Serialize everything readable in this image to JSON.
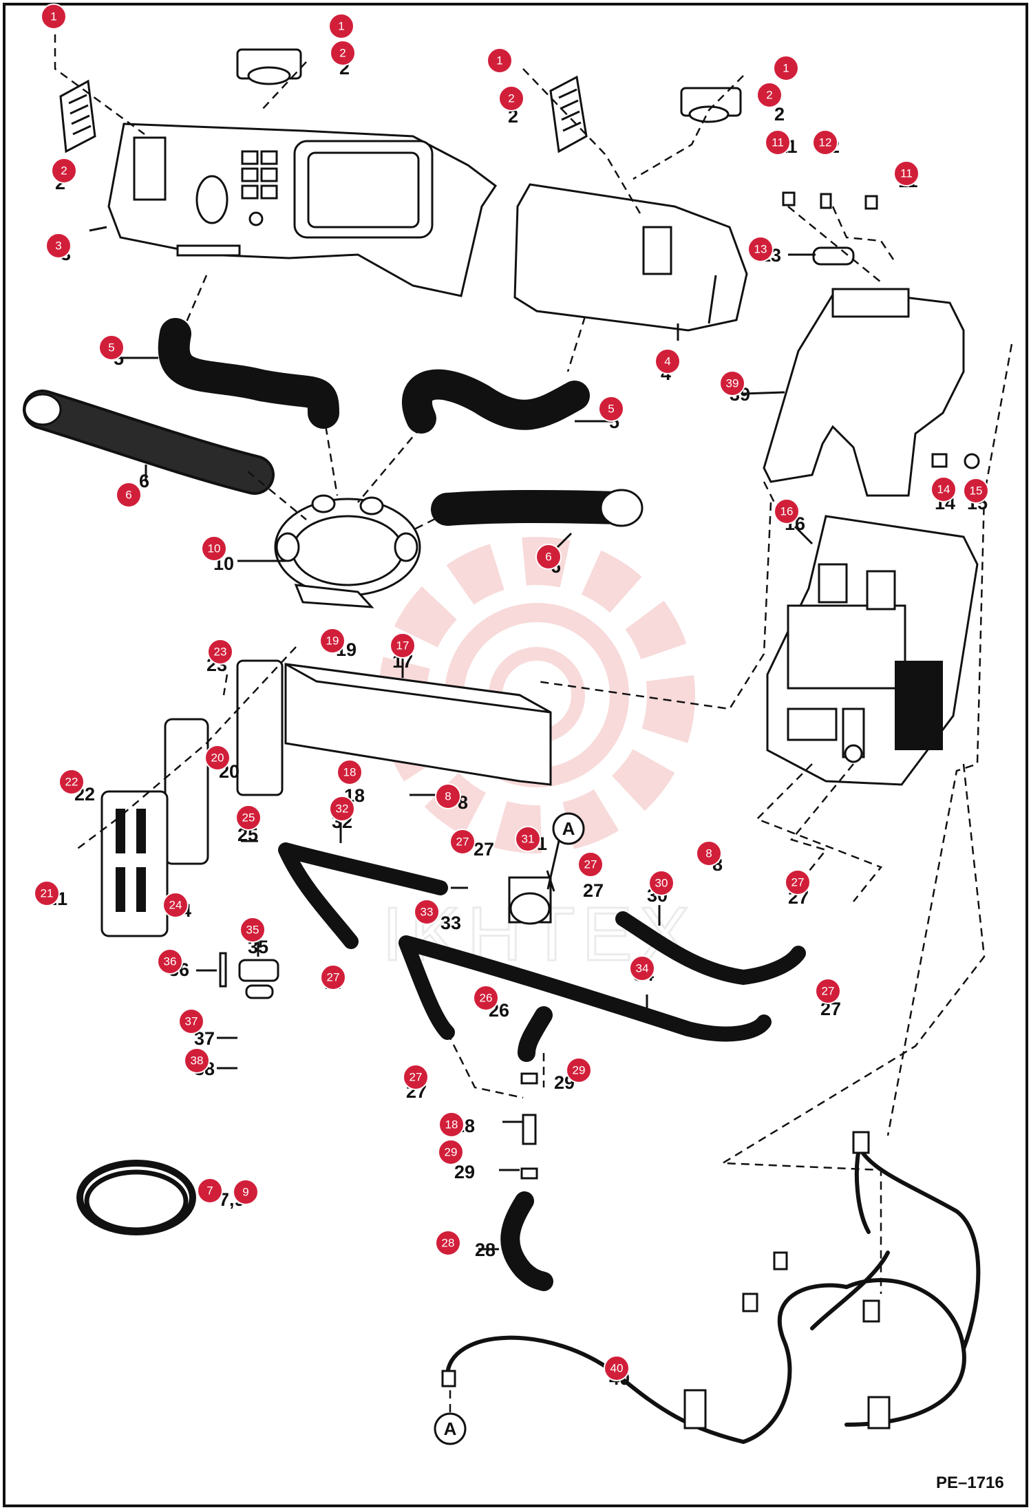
{
  "figure_id": "PE–1716",
  "watermark": {
    "text": "IKHTEX",
    "color": "#f7d4d4"
  },
  "colors": {
    "badge": "#d11f3a",
    "line": "#111111",
    "paper": "#ffffff"
  },
  "reference_marker": "A",
  "callouts": [
    {
      "id": "c1a",
      "number": "1",
      "text": ""
    },
    {
      "id": "c2a",
      "number": "2",
      "text": "2"
    },
    {
      "id": "c1b",
      "number": "1",
      "text": ""
    },
    {
      "id": "c2b",
      "number": "2",
      "text": "2"
    },
    {
      "id": "c1c",
      "number": "1",
      "text": ""
    },
    {
      "id": "c2c",
      "number": "2",
      "text": "2"
    },
    {
      "id": "c1d",
      "number": "1",
      "text": ""
    },
    {
      "id": "c2d",
      "number": "2",
      "text": "2"
    },
    {
      "id": "c3",
      "number": "3",
      "text": "3"
    },
    {
      "id": "c4",
      "number": "4",
      "text": "4"
    },
    {
      "id": "c5a",
      "number": "5",
      "text": "5"
    },
    {
      "id": "c5b",
      "number": "5",
      "text": "5"
    },
    {
      "id": "c6a",
      "number": "6",
      "text": "6"
    },
    {
      "id": "c6b",
      "number": "6",
      "text": "6"
    },
    {
      "id": "c7",
      "number": "7",
      "text": "7,9"
    },
    {
      "id": "c9",
      "number": "9",
      "text": ""
    },
    {
      "id": "c8a",
      "number": "8",
      "text": "8"
    },
    {
      "id": "c8b",
      "number": "8",
      "text": "8"
    },
    {
      "id": "c10",
      "number": "10",
      "text": "10"
    },
    {
      "id": "c11a",
      "number": "11",
      "text": "11"
    },
    {
      "id": "c11b",
      "number": "11",
      "text": "11"
    },
    {
      "id": "c12",
      "number": "12",
      "text": "12"
    },
    {
      "id": "c13",
      "number": "13",
      "text": "13"
    },
    {
      "id": "c14",
      "number": "14",
      "text": "14"
    },
    {
      "id": "c15",
      "number": "15",
      "text": "15"
    },
    {
      "id": "c16",
      "number": "16",
      "text": "16"
    },
    {
      "id": "c17",
      "number": "17",
      "text": "17"
    },
    {
      "id": "c18a",
      "number": "18",
      "text": "18"
    },
    {
      "id": "c18b",
      "number": "18",
      "text": "18"
    },
    {
      "id": "c19",
      "number": "19",
      "text": "19"
    },
    {
      "id": "c20",
      "number": "20",
      "text": "20"
    },
    {
      "id": "c21",
      "number": "21",
      "text": "21"
    },
    {
      "id": "c22",
      "number": "22",
      "text": "22"
    },
    {
      "id": "c23",
      "number": "23",
      "text": "23"
    },
    {
      "id": "c24",
      "number": "24",
      "text": "24"
    },
    {
      "id": "c25",
      "number": "25",
      "text": "25"
    },
    {
      "id": "c26",
      "number": "26",
      "text": "26"
    },
    {
      "id": "c27a",
      "number": "27",
      "text": "27"
    },
    {
      "id": "c27b",
      "number": "27",
      "text": "27"
    },
    {
      "id": "c27c",
      "number": "27",
      "text": "27"
    },
    {
      "id": "c27d",
      "number": "27",
      "text": "27"
    },
    {
      "id": "c27e",
      "number": "27",
      "text": "27"
    },
    {
      "id": "c27f",
      "number": "27",
      "text": "27"
    },
    {
      "id": "c28",
      "number": "28",
      "text": "28"
    },
    {
      "id": "c29a",
      "number": "29",
      "text": "29"
    },
    {
      "id": "c29b",
      "number": "29",
      "text": "29"
    },
    {
      "id": "c30",
      "number": "30",
      "text": "30"
    },
    {
      "id": "c31",
      "number": "31",
      "text": "31"
    },
    {
      "id": "c32",
      "number": "32",
      "text": "32"
    },
    {
      "id": "c33",
      "number": "33",
      "text": "33"
    },
    {
      "id": "c34",
      "number": "34",
      "text": "34"
    },
    {
      "id": "c35",
      "number": "35",
      "text": "35"
    },
    {
      "id": "c36",
      "number": "36",
      "text": "36"
    },
    {
      "id": "c37",
      "number": "37",
      "text": "37"
    },
    {
      "id": "c38",
      "number": "38",
      "text": "38"
    },
    {
      "id": "c39",
      "number": "39",
      "text": "39"
    },
    {
      "id": "c40",
      "number": "40",
      "text": "40"
    }
  ]
}
